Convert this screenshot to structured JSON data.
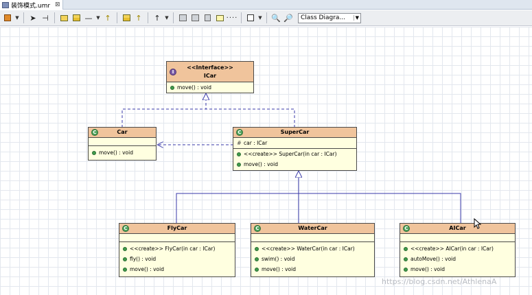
{
  "editor": {
    "tab_title": "装饰模式.umr",
    "close_glyph": "⊠"
  },
  "toolbar": {
    "diagram_type": "Class Diagra..."
  },
  "diagram": {
    "icar": {
      "stereotype": "<<Interface>>",
      "name": "ICar",
      "badge": "I",
      "operations": [
        "move() : void"
      ]
    },
    "car": {
      "name": "Car",
      "badge": "C",
      "operations": [
        "move() : void"
      ]
    },
    "supercar": {
      "name": "SuperCar",
      "badge": "C",
      "attributes": [
        "car : ICar"
      ],
      "operations": [
        "<<create>> SuperCar(in car : ICar)",
        "move() : void"
      ]
    },
    "flycar": {
      "name": "FlyCar",
      "badge": "C",
      "operations": [
        "<<create>> FlyCar(in car : ICar)",
        "fly() : void",
        "move() : void"
      ]
    },
    "watercar": {
      "name": "WaterCar",
      "badge": "C",
      "operations": [
        "<<create>> WaterCar(in car : ICar)",
        "swim() : void",
        "move() : void"
      ]
    },
    "aicar": {
      "name": "AICar",
      "badge": "C",
      "operations": [
        "<<create>> AICar(in car : ICar)",
        "autoMove() : void",
        "move() : void"
      ]
    }
  },
  "watermark": "https://blog.csdn.net/AthlenaA",
  "colors": {
    "class_header": "#f0c49c",
    "class_body": "#ffffe0",
    "edge": "#3a3aa8"
  }
}
